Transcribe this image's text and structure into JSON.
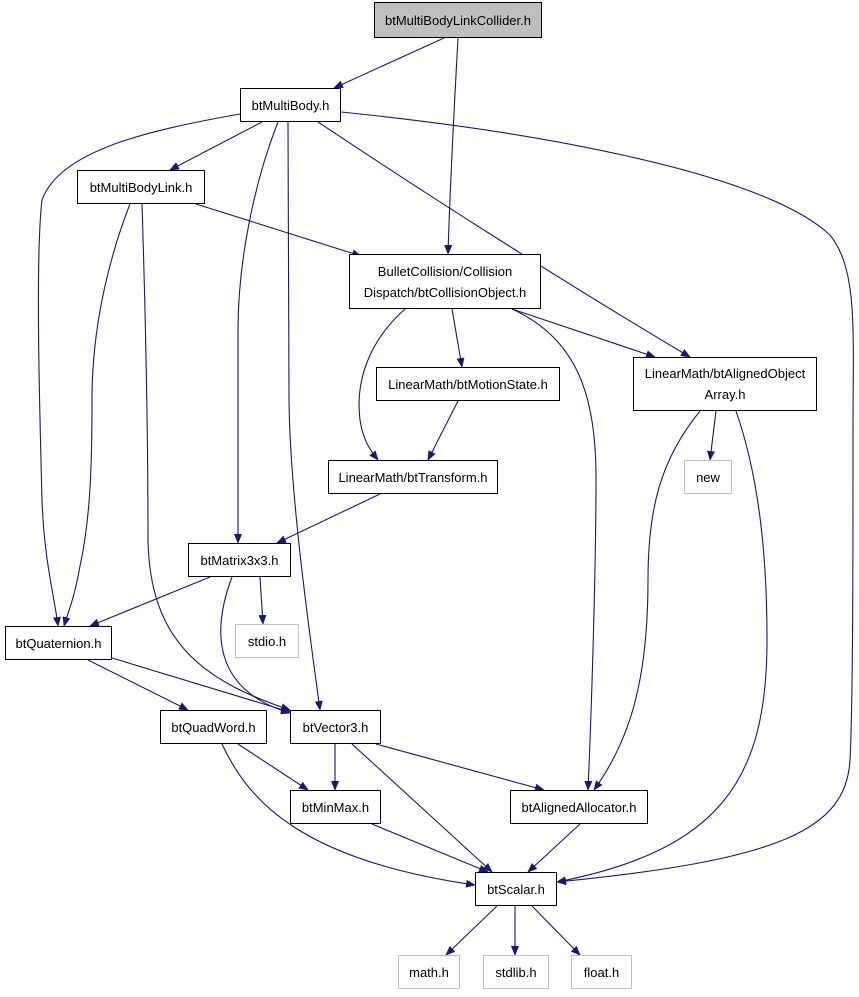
{
  "colors": {
    "edge": "#191970",
    "root_fill": "#bfbfbf",
    "box_border": "#000000",
    "external_border": "#bfbfbf"
  },
  "nodes": {
    "btMultiBodyLinkCollider": {
      "label": "btMultiBodyLinkCollider.h",
      "kind": "root"
    },
    "btMultiBody": {
      "label": "btMultiBody.h",
      "kind": "file"
    },
    "btMultiBodyLink": {
      "label": "btMultiBodyLink.h",
      "kind": "file"
    },
    "btCollisionObject": {
      "line1": "BulletCollision/Collision",
      "line2": "Dispatch/btCollisionObject.h",
      "kind": "file"
    },
    "btMotionState": {
      "label": "LinearMath/btMotionState.h",
      "kind": "file"
    },
    "btAlignedObjectArray": {
      "line1": "LinearMath/btAlignedObject",
      "line2": "Array.h",
      "kind": "file"
    },
    "new": {
      "label": "new",
      "kind": "external"
    },
    "btTransform": {
      "label": "LinearMath/btTransform.h",
      "kind": "file"
    },
    "btMatrix3x3": {
      "label": "btMatrix3x3.h",
      "kind": "file"
    },
    "stdio": {
      "label": "stdio.h",
      "kind": "external"
    },
    "btQuaternion": {
      "label": "btQuaternion.h",
      "kind": "file"
    },
    "btQuadWord": {
      "label": "btQuadWord.h",
      "kind": "file"
    },
    "btVector3": {
      "label": "btVector3.h",
      "kind": "file"
    },
    "btMinMax": {
      "label": "btMinMax.h",
      "kind": "file"
    },
    "btAlignedAllocator": {
      "label": "btAlignedAllocator.h",
      "kind": "file"
    },
    "btScalar": {
      "label": "btScalar.h",
      "kind": "file"
    },
    "math": {
      "label": "math.h",
      "kind": "external"
    },
    "stdlib": {
      "label": "stdlib.h",
      "kind": "external"
    },
    "float": {
      "label": "float.h",
      "kind": "external"
    }
  },
  "edges": [
    [
      "btMultiBodyLinkCollider",
      "btMultiBody"
    ],
    [
      "btMultiBodyLinkCollider",
      "btCollisionObject"
    ],
    [
      "btMultiBody",
      "btMultiBodyLink"
    ],
    [
      "btMultiBody",
      "btQuaternion"
    ],
    [
      "btMultiBody",
      "btMatrix3x3"
    ],
    [
      "btMultiBody",
      "btVector3"
    ],
    [
      "btMultiBody",
      "btAlignedObjectArray"
    ],
    [
      "btMultiBody",
      "btScalar"
    ],
    [
      "btMultiBodyLink",
      "btCollisionObject"
    ],
    [
      "btMultiBodyLink",
      "btQuaternion"
    ],
    [
      "btMultiBodyLink",
      "btVector3"
    ],
    [
      "btCollisionObject",
      "btMotionState"
    ],
    [
      "btCollisionObject",
      "btTransform"
    ],
    [
      "btCollisionObject",
      "btAlignedObjectArray"
    ],
    [
      "btCollisionObject",
      "btAlignedAllocator"
    ],
    [
      "btMotionState",
      "btTransform"
    ],
    [
      "btAlignedObjectArray",
      "new"
    ],
    [
      "btAlignedObjectArray",
      "btAlignedAllocator"
    ],
    [
      "btAlignedObjectArray",
      "btScalar"
    ],
    [
      "btTransform",
      "btMatrix3x3"
    ],
    [
      "btMatrix3x3",
      "btQuaternion"
    ],
    [
      "btMatrix3x3",
      "stdio"
    ],
    [
      "btMatrix3x3",
      "btVector3"
    ],
    [
      "btQuaternion",
      "btQuadWord"
    ],
    [
      "btQuaternion",
      "btVector3"
    ],
    [
      "btQuadWord",
      "btMinMax"
    ],
    [
      "btQuadWord",
      "btScalar"
    ],
    [
      "btVector3",
      "btMinMax"
    ],
    [
      "btVector3",
      "btAlignedAllocator"
    ],
    [
      "btVector3",
      "btScalar"
    ],
    [
      "btMinMax",
      "btScalar"
    ],
    [
      "btAlignedAllocator",
      "btScalar"
    ],
    [
      "btScalar",
      "math"
    ],
    [
      "btScalar",
      "stdlib"
    ],
    [
      "btScalar",
      "float"
    ]
  ]
}
